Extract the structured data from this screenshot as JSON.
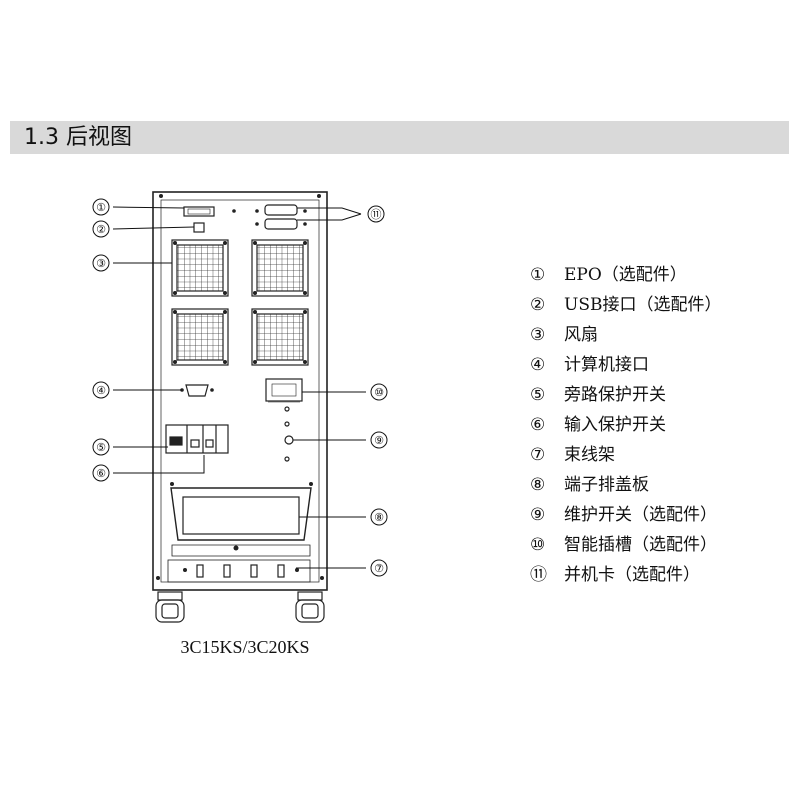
{
  "section": {
    "title": "1.3 后视图"
  },
  "diagram": {
    "model_label": "3C15KS/3C20KS",
    "callouts": [
      "①",
      "②",
      "③",
      "④",
      "⑤",
      "⑥",
      "⑦",
      "⑧",
      "⑨",
      "⑩",
      "⑪"
    ]
  },
  "legend": [
    {
      "num": "①",
      "text": "EPO（选配件）"
    },
    {
      "num": "②",
      "text": "USB接口（选配件）"
    },
    {
      "num": "③",
      "text": "风扇"
    },
    {
      "num": "④",
      "text": "计算机接口"
    },
    {
      "num": "⑤",
      "text": "旁路保护开关"
    },
    {
      "num": "⑥",
      "text": "输入保护开关"
    },
    {
      "num": "⑦",
      "text": "束线架"
    },
    {
      "num": "⑧",
      "text": "端子排盖板"
    },
    {
      "num": "⑨",
      "text": "维护开关（选配件）"
    },
    {
      "num": "⑩",
      "text": "智能插槽（选配件）"
    },
    {
      "num": "⑪",
      "text": "并机卡（选配件）"
    }
  ]
}
